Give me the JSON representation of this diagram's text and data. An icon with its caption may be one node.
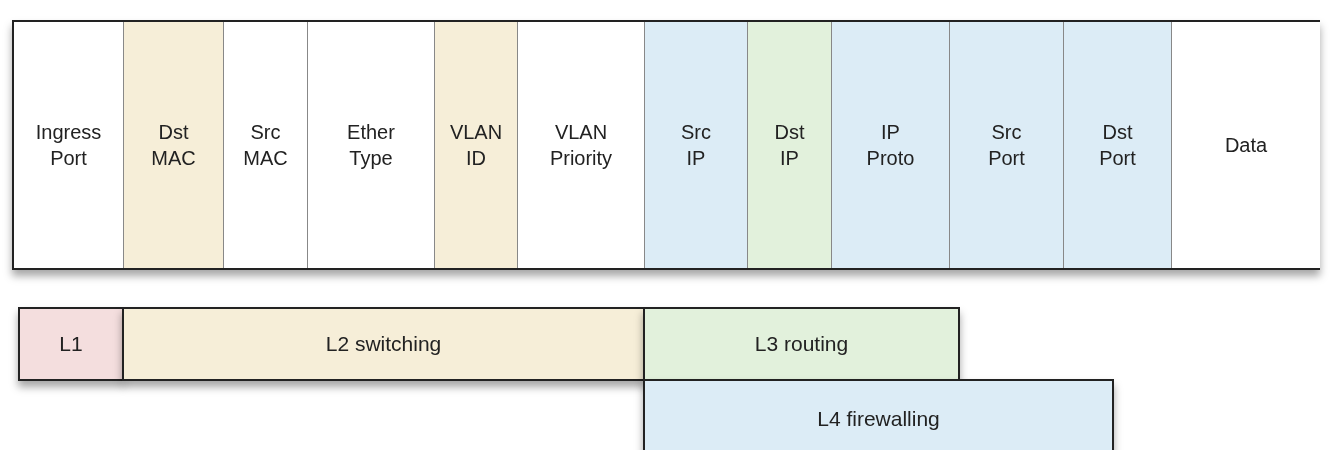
{
  "diagram": {
    "nodes": [
      {
        "text": [
          "Ingress Port"
        ]
      },
      {
        "text": [
          "Dst MAC"
        ]
      },
      {
        "text": [
          "Src MAC"
        ]
      },
      {
        "text": [
          "Ether Type"
        ]
      },
      {
        "text": [
          "VLAN ID"
        ]
      },
      {
        "text": [
          "VLAN Priority"
        ]
      },
      {
        "text": [
          "Src IP"
        ]
      },
      {
        "text": [
          "Dst IP"
        ]
      },
      {
        "text": [
          "IP Proto"
        ]
      },
      {
        "text": [
          "Src Port"
        ]
      },
      {
        "text": [
          "Dst Port"
        ]
      },
      {
        "text": [
          "Data"
        ]
      },
      {
        "text": [
          "L1"
        ]
      },
      {
        "text": [
          "L2 switching"
        ]
      },
      {
        "text": [
          "L3 routing"
        ]
      },
      {
        "text": [
          "L4 firewalling"
        ]
      }
    ],
    "edges": []
  }
}
